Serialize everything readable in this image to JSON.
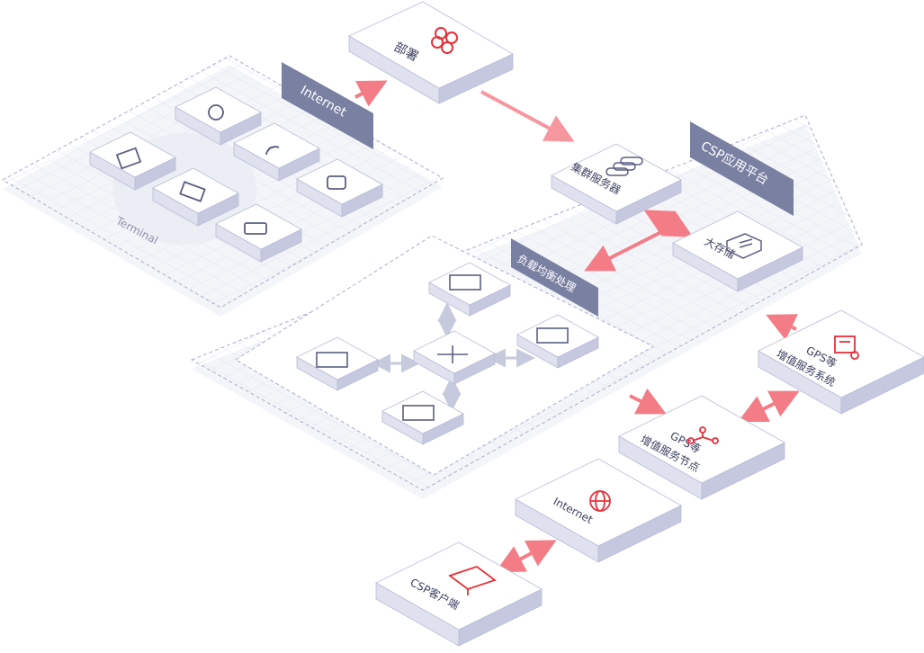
{
  "title": "CSP platform architecture",
  "nodes": {
    "deploy": "部署",
    "internet_top": "Internet",
    "terminal": "Terminal",
    "csp_platform": "CSP应用平台",
    "cluster_server": "集群服务器",
    "big_storage": "大存储",
    "load_balance": "负载均衡处理",
    "gps_system_1": "GPS等",
    "gps_system_2": "增值服务系统",
    "gps_node_1": "GPS等",
    "gps_node_2": "增值服务节点",
    "internet_bottom": "Internet",
    "csp_client": "CSP客户端"
  },
  "colors": {
    "accent": "#e8303a",
    "slate": "#7a80a2",
    "icon": "#5a5f80",
    "arrow": "#f0808a"
  }
}
